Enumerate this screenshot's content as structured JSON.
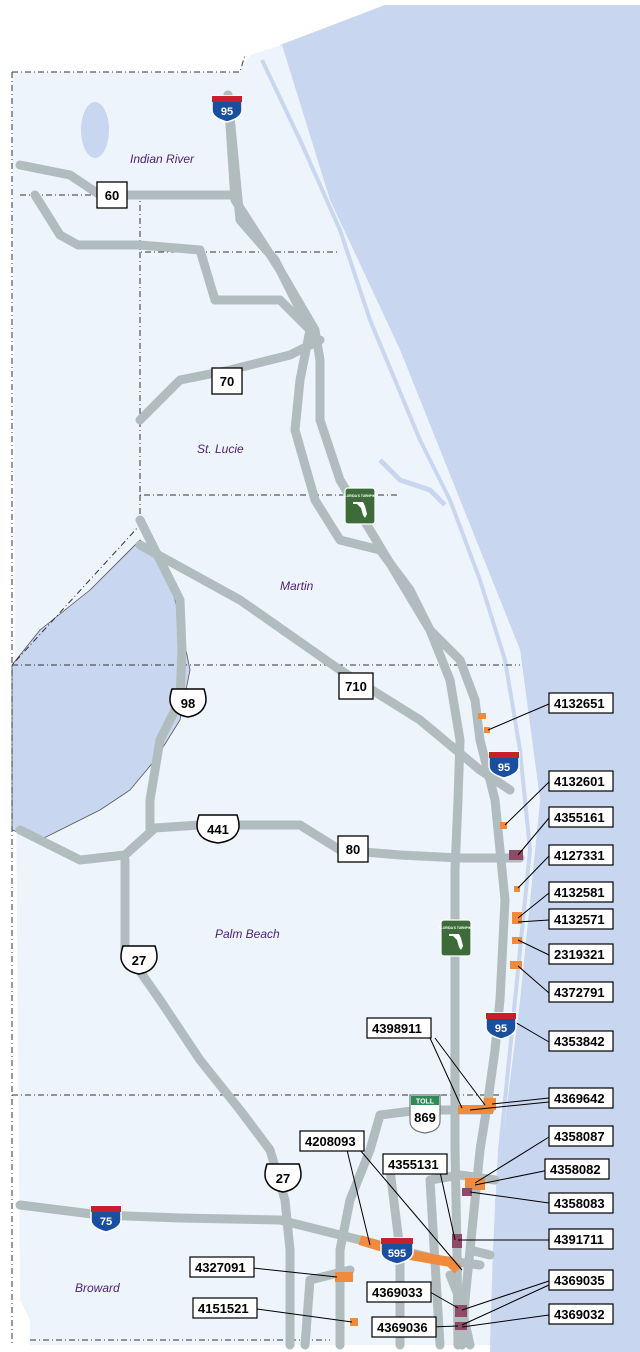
{
  "counties": [
    "Indian River",
    "St. Lucie",
    "Martin",
    "Palm Beach",
    "Broward"
  ],
  "route_shields": {
    "interstate": [
      "95",
      "95",
      "95",
      "75",
      "595"
    ],
    "us": [
      "98",
      "441",
      "27",
      "27"
    ],
    "state": [
      "60",
      "70",
      "710",
      "80"
    ],
    "toll": {
      "label": "TOLL",
      "number": "869"
    },
    "turnpike": [
      "FLORIDA'S TURNPIKE",
      "FLORIDA'S TURNPIKE"
    ]
  },
  "projects": [
    "4132651",
    "4132601",
    "4355161",
    "4127331",
    "4132581",
    "4132571",
    "2319321",
    "4372791",
    "4353842",
    "4398911",
    "4369642",
    "4358087",
    "4358082",
    "4358083",
    "4208093",
    "4355131",
    "4391711",
    "4327091",
    "4369035",
    "4151521",
    "4369033",
    "4369032",
    "4369036"
  ],
  "colors": {
    "ocean": "#c9d6f0",
    "land": "#eef4fb",
    "road": "#b0bcbd",
    "project": "#f08a3c",
    "project_alt": "#8e4a66",
    "county_line": "#333333",
    "county_label": "#4b1f7a",
    "interstate_blue": "#1a4fa0",
    "interstate_red": "#c8202a",
    "turnpike_green": "#3e6b3a"
  }
}
